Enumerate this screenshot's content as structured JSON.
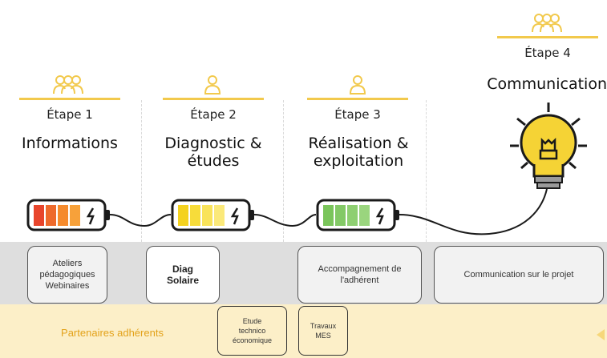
{
  "steps": [
    {
      "label": "Étape 1",
      "title": "Informations"
    },
    {
      "label": "Étape 2",
      "title_line1": "Diagnostic &",
      "title_line2": "études"
    },
    {
      "label": "Étape 3",
      "title_line1": "Réalisation &",
      "title_line2": "exploitation"
    },
    {
      "label": "Étape 4",
      "title": "Communication"
    }
  ],
  "icons": {
    "step1": "group-icon",
    "step2": "person-icon",
    "step3": "person-icon",
    "step4": "group-icon",
    "battery": "battery-icon",
    "bulb": "lightbulb-icon"
  },
  "colors": {
    "accent_yellow": "#f2c94c",
    "gray_band": "#dedede",
    "partner_band": "#fcefc8",
    "partner_text": "#e3a21a",
    "battery1": [
      "#e8452c",
      "#ee6a2c",
      "#f58a2c",
      "#f7a13a"
    ],
    "battery2": [
      "#f4d21f",
      "#f7dc3a",
      "#f9e35a",
      "#fbe97a"
    ],
    "battery3": [
      "#7ac55b",
      "#83c966",
      "#8ecf71",
      "#9ad57e"
    ]
  },
  "row_gray": {
    "card1_lines": [
      "Ateliers",
      "pédagogiques",
      "Webinaires"
    ],
    "card2_lines": [
      "Diag",
      "Solaire"
    ],
    "card3_lines": [
      "Accompagnement de",
      "l'adhérent"
    ],
    "card4": "Communication sur le projet"
  },
  "row_partner": {
    "label": "Partenaires adhérents",
    "card1_lines": [
      "Etude",
      "technico",
      "économique"
    ],
    "card2_lines": [
      "Travaux",
      "MES"
    ]
  }
}
